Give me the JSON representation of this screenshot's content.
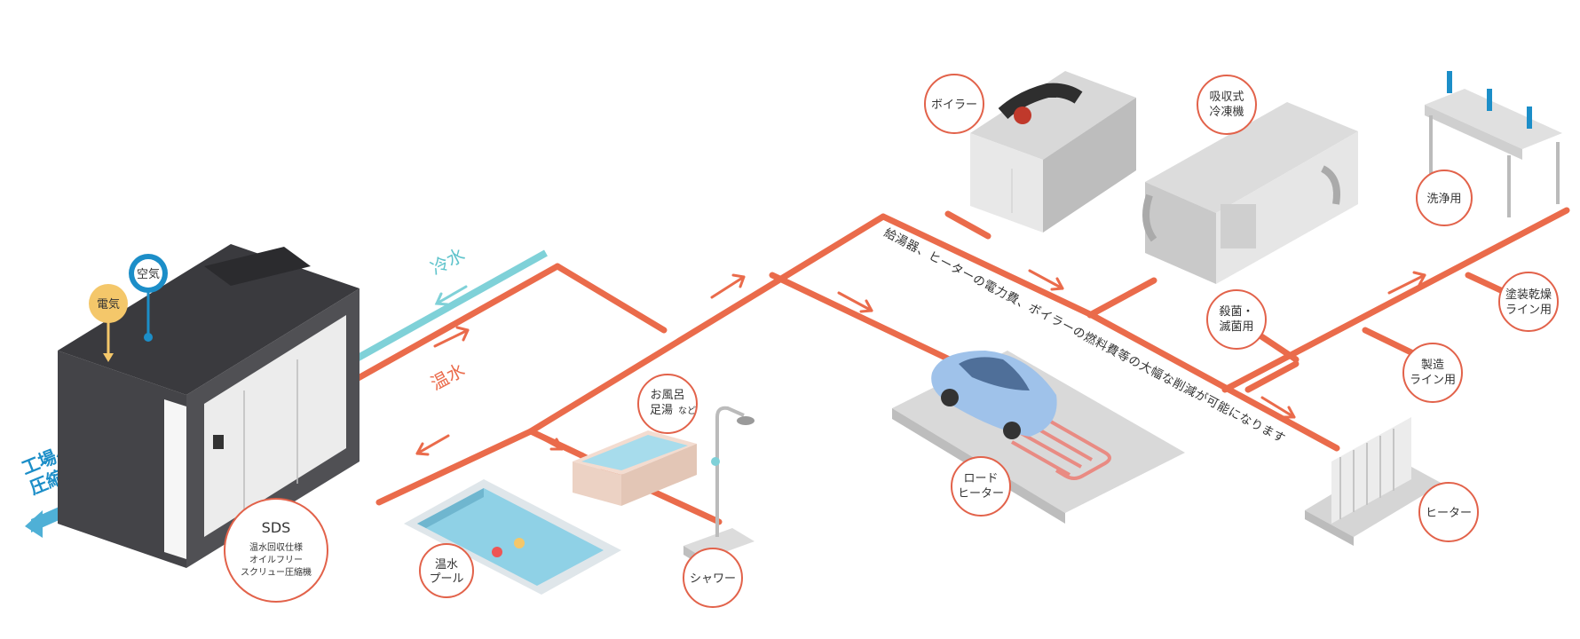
{
  "colors": {
    "hot_pipe": "#ea6b4b",
    "cold_pipe": "#7fd1d8",
    "compressed_air": "#4fb0d6",
    "electricity": "#f4c76a",
    "air_badge": "#1c8ec8",
    "bubble_border": "#e2624a",
    "machine_dark": "#404044",
    "machine_side": "#f2f2f2"
  },
  "icons": {
    "electricity_badge": "electricity-badge-icon",
    "air_badge": "air-badge-icon"
  },
  "labels": {
    "electricity": "電気",
    "air": "空気",
    "factory_air_1": "工場へ",
    "factory_air_2": "圧縮空気",
    "cold_water": "冷水",
    "hot_water": "温水",
    "sds_title": "SDS",
    "sds_line1": "温水回収仕様",
    "sds_line2": "オイルフリー",
    "sds_line3": "スクリュー圧縮機",
    "bath_line1": "お風呂",
    "bath_line2": "足湯",
    "bath_small": "など",
    "pool_line1": "温水",
    "pool_line2": "プール",
    "shower": "シャワー",
    "boiler": "ボイラー",
    "absorption_line1": "吸収式",
    "absorption_line2": "冷凍機",
    "washing": "洗浄用",
    "sterilize_line1": "殺菌・",
    "sterilize_line2": "滅菌用",
    "paint_line1": "塗装乾燥",
    "paint_line2": "ライン用",
    "production_line1": "製造",
    "production_line2": "ライン用",
    "road_line1": "ロード",
    "road_line2": "ヒーター",
    "heater": "ヒーター",
    "savings_note": "給湯器、ヒーターの電力費、ボイラーの燃料費等の大幅な削減が可能になります"
  }
}
